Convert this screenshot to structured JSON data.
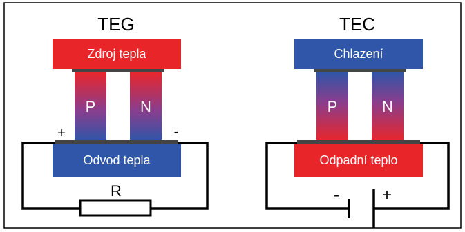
{
  "colors": {
    "hot": "#e8262a",
    "cold": "#2f56a8",
    "wire": "#000000",
    "frame": "#000000",
    "plate": "#555555"
  },
  "teg": {
    "title": "TEG",
    "top_block": "Zdroj tepla",
    "leg_left": "P",
    "leg_right": "N",
    "bottom_block": "Odvod tepla",
    "plus": "+",
    "minus": "-",
    "resistor": "R"
  },
  "tec": {
    "title": "TEC",
    "top_block": "Chlazení",
    "leg_left": "P",
    "leg_right": "N",
    "bottom_block": "Odpadní teplo",
    "minus": "-",
    "plus": "+"
  }
}
